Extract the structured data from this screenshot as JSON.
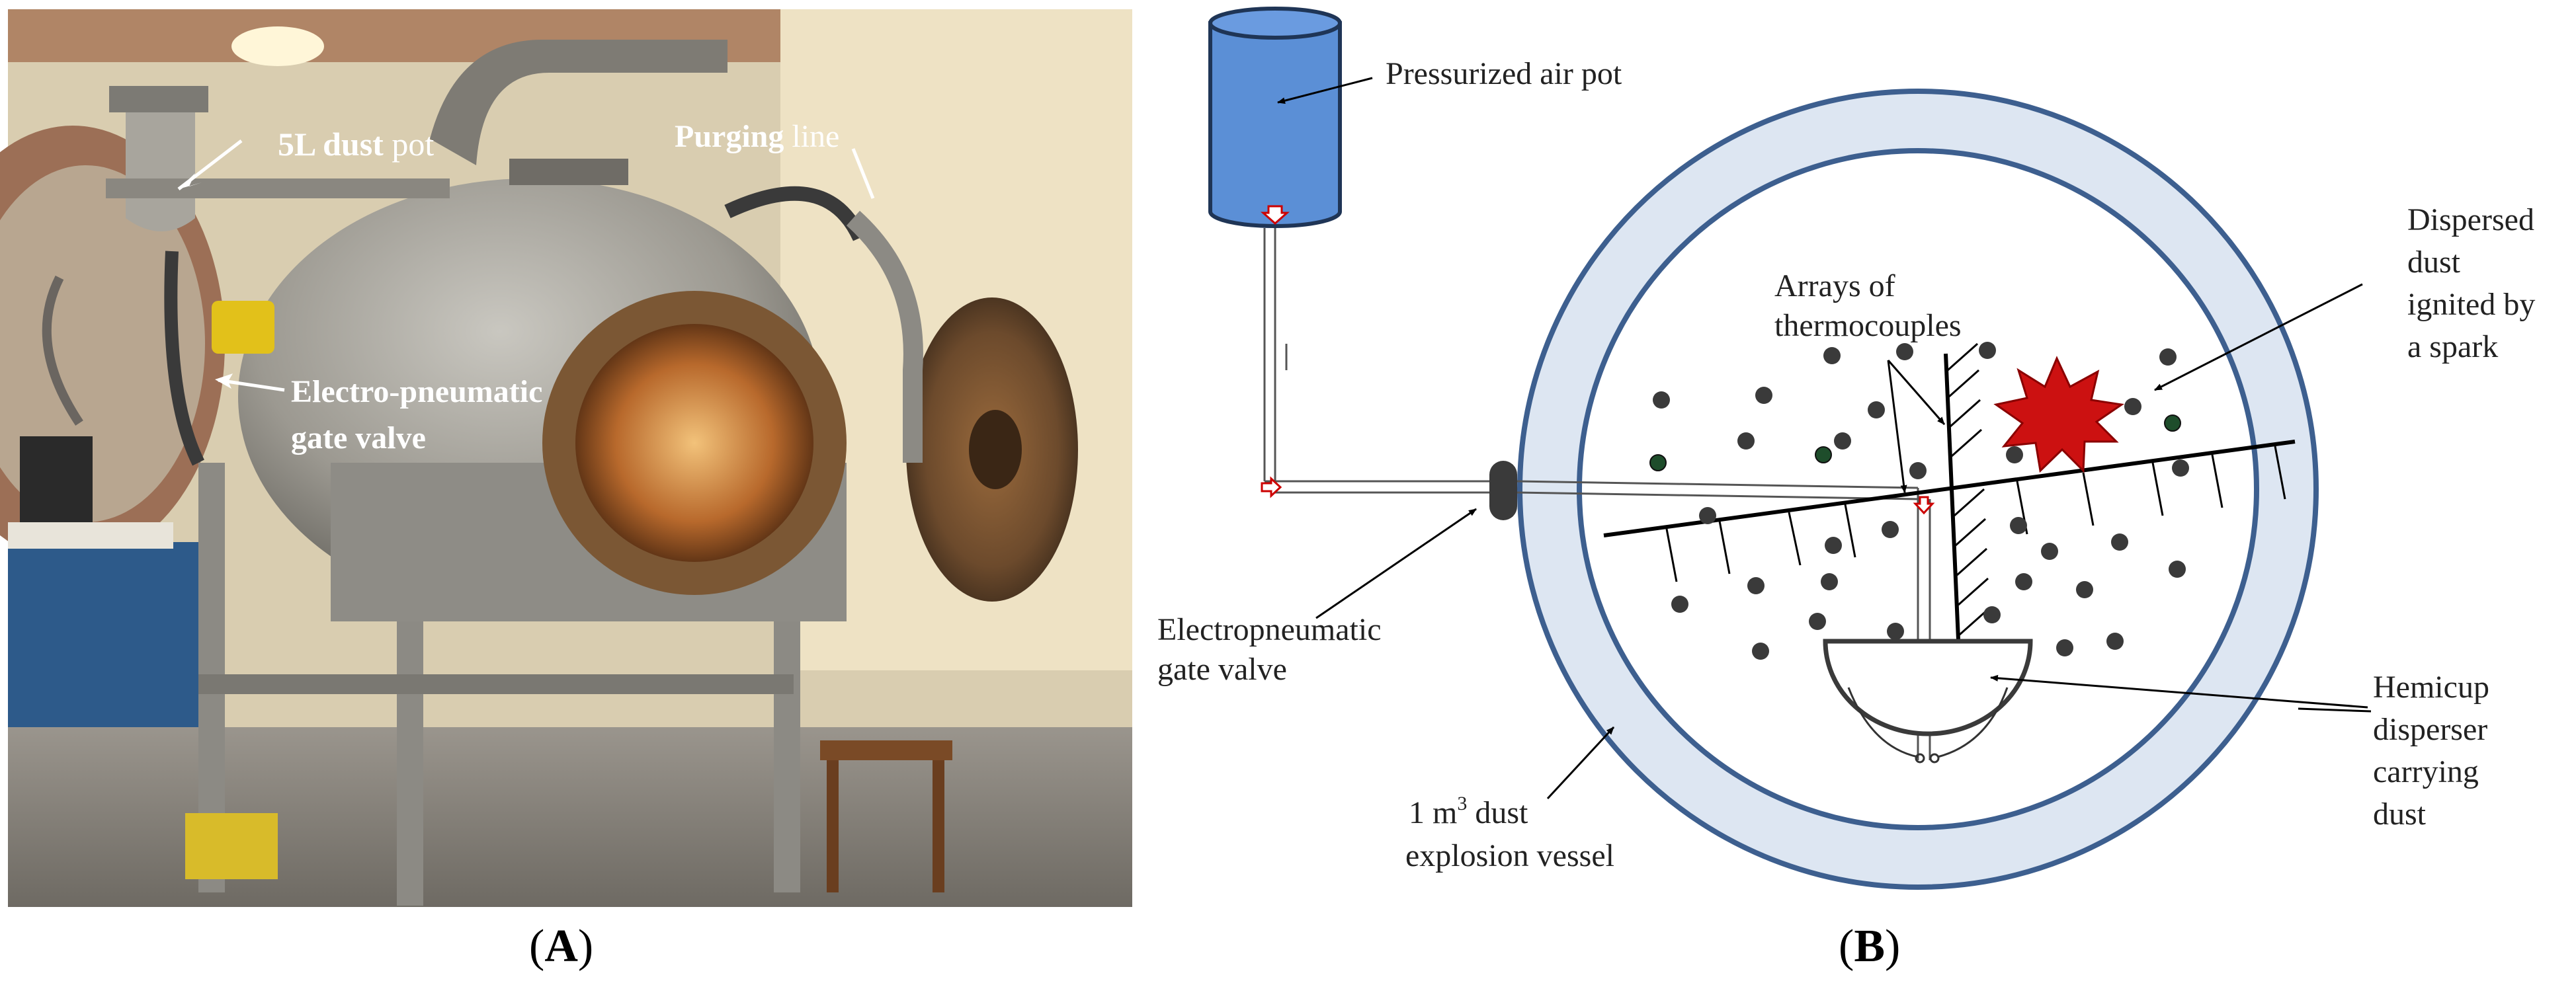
{
  "panel_a": {
    "labels": {
      "dust_pot_bold": "5L dust",
      "dust_pot_rest": " pot",
      "purging_bold": "Purging",
      "purging_rest": " line",
      "valve_line1": "Electro-pneumatic",
      "valve_line2": "gate valve"
    },
    "caption_letter": "A"
  },
  "panel_b": {
    "labels": {
      "pressurized_air_pot": "Pressurized air pot",
      "electropneumatic_1": "Electropneumatic",
      "electropneumatic_2": "gate valve",
      "thermo_1": "Arrays of",
      "thermo_2": "thermocouples",
      "dispersed_1": "Dispersed",
      "dispersed_2": "dust",
      "dispersed_3": "ignited by",
      "dispersed_4": "a spark",
      "hemicup_1": "Hemicup",
      "hemicup_2": "disperser",
      "hemicup_3": "carrying",
      "hemicup_4": "dust",
      "vessel_1_pre": "1 m",
      "vessel_1_sup": "3",
      "vessel_1_post": " dust",
      "vessel_2": "explosion vessel"
    },
    "caption_letter": "B"
  },
  "colors": {
    "vessel_ring_fill": "#dde6f2",
    "vessel_ring_stroke": "#3d5f8f",
    "pot_fill": "#5b8fd6",
    "spark_fill": "#cc1111",
    "dust_dark": "#3a3a3a",
    "dust_green": "#1e4d2b"
  }
}
